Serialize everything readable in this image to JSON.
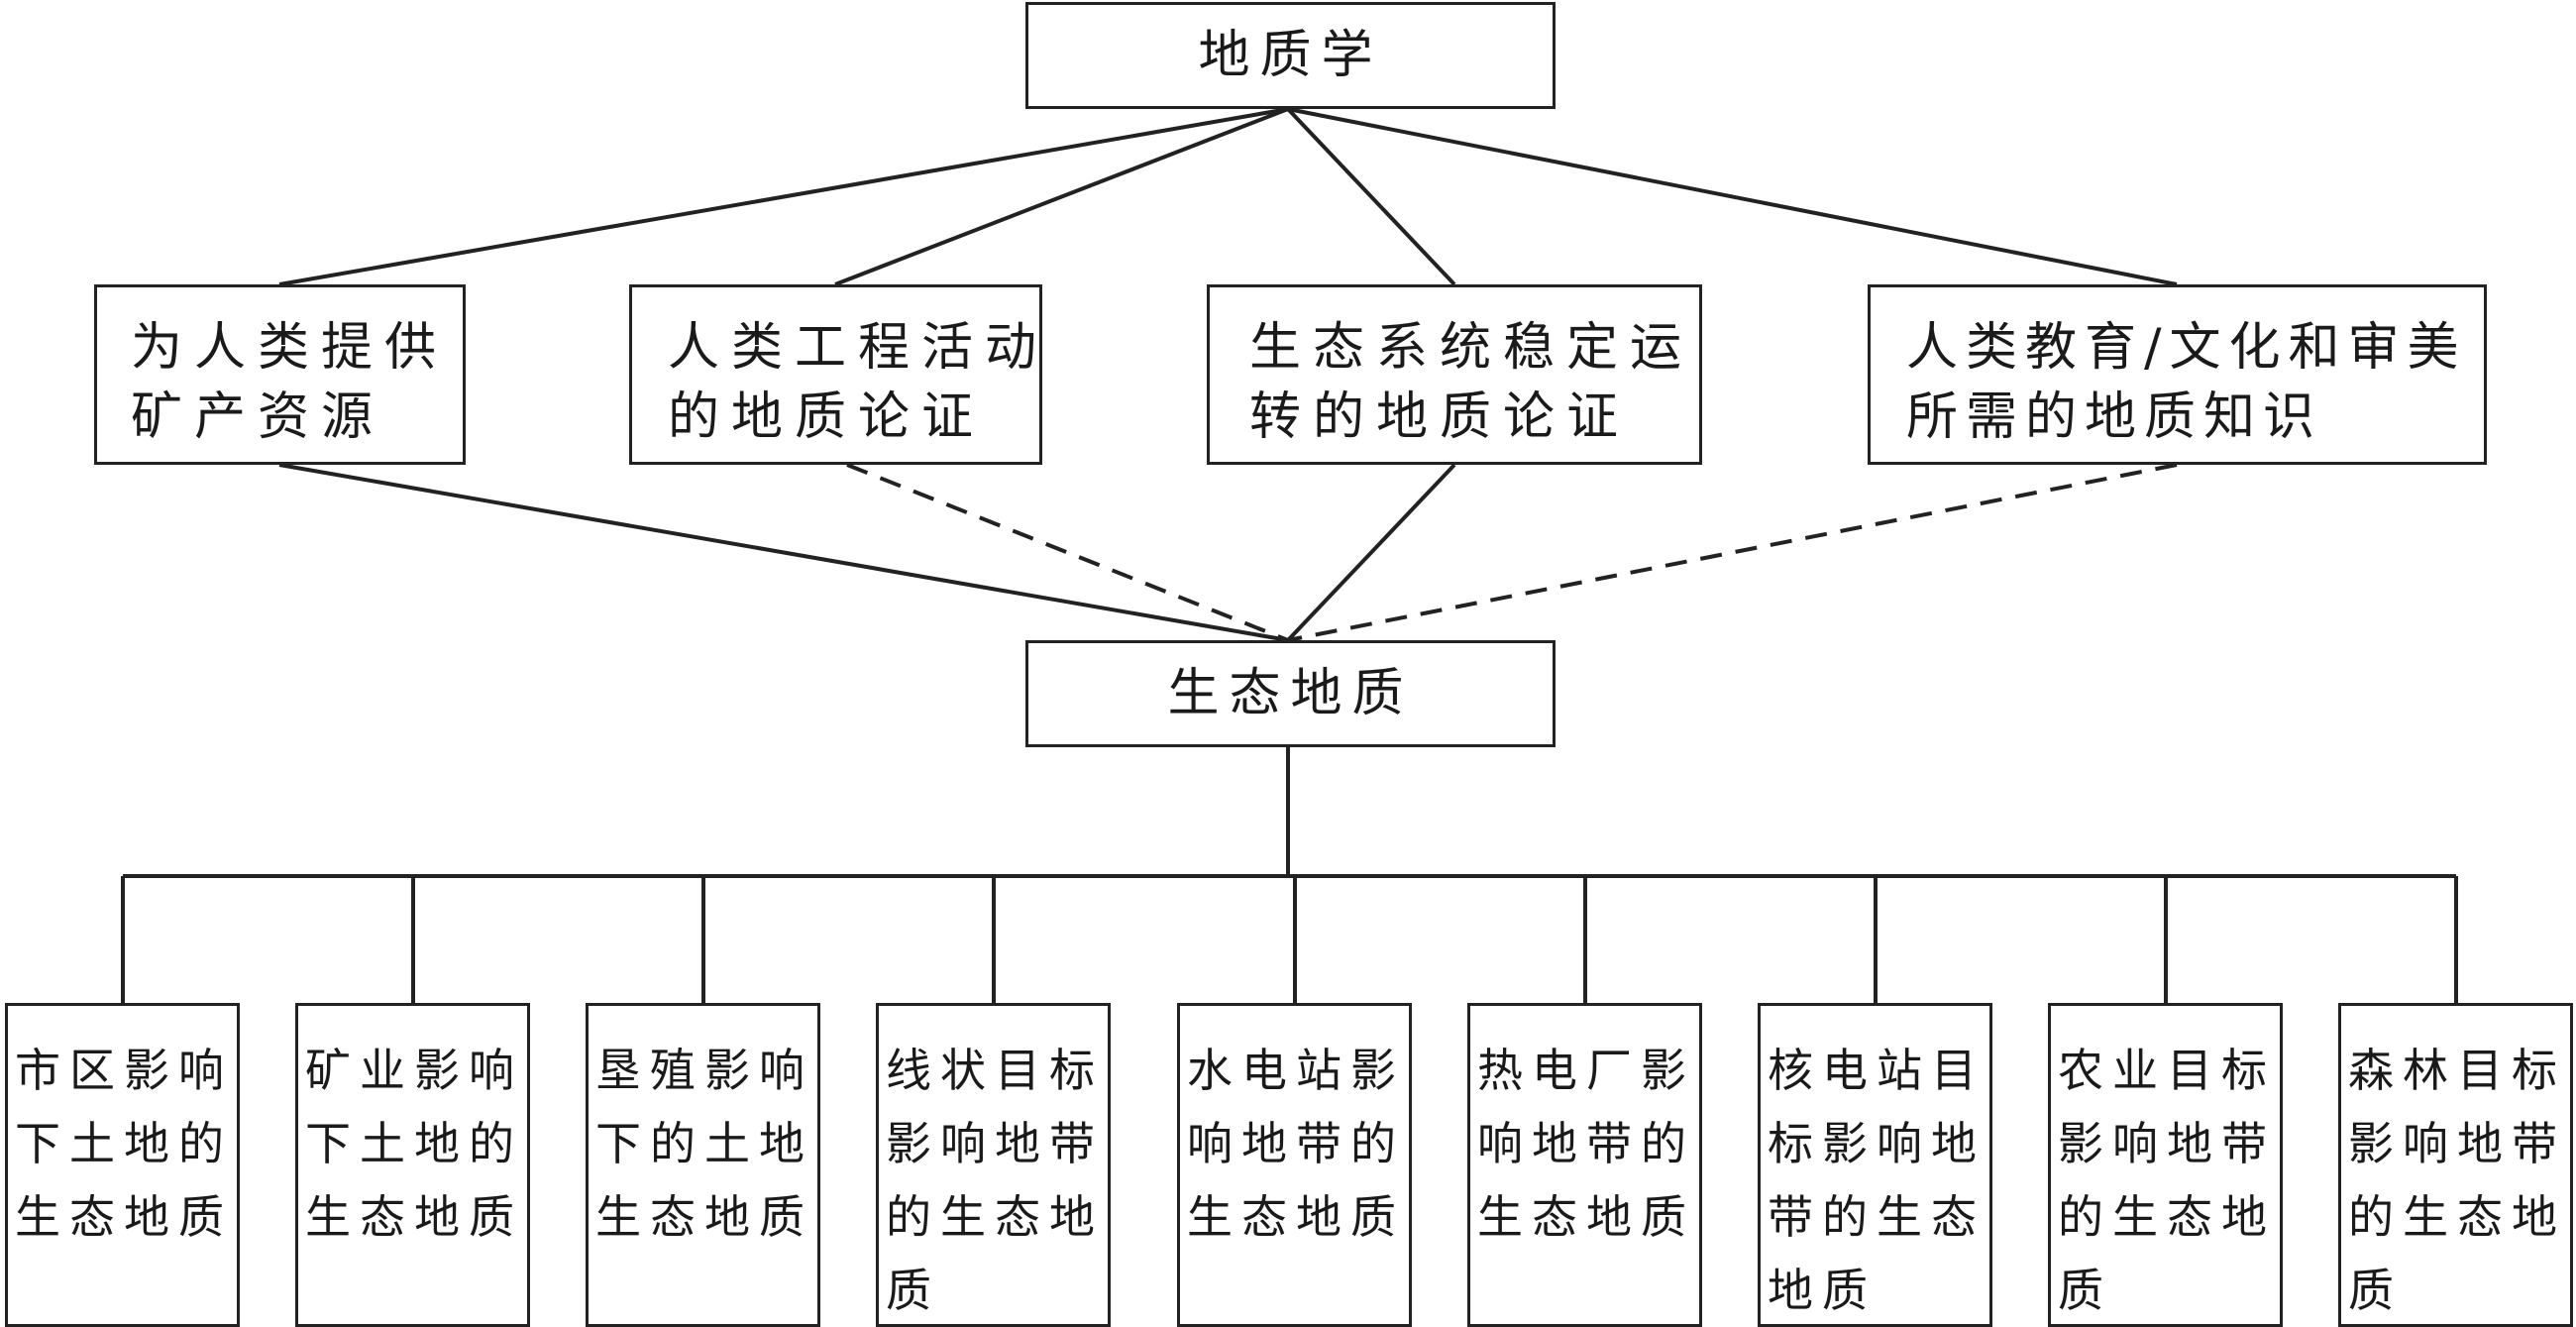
{
  "root": {
    "label": "地质学"
  },
  "level1": [
    {
      "lines": [
        "为人类提供",
        "矿产资源"
      ]
    },
    {
      "lines": [
        "人类工程活动",
        "的地质论证"
      ]
    },
    {
      "lines": [
        "生态系统稳定运",
        "转的地质论证"
      ]
    },
    {
      "lines": [
        "人类教育/文化和审美",
        "所需的地质知识"
      ]
    }
  ],
  "center": {
    "label": "生态地质"
  },
  "level1_to_center_links": [
    "solid",
    "dashed",
    "solid",
    "dashed"
  ],
  "level3": [
    {
      "lines": [
        "市区影响",
        "下土地的",
        "生态地质"
      ]
    },
    {
      "lines": [
        "矿业影响",
        "下土地的",
        "生态地质"
      ]
    },
    {
      "lines": [
        "垦殖影响",
        "下的土地",
        "生态地质"
      ]
    },
    {
      "lines": [
        "线状目标",
        "影响地带",
        "的生态地",
        "质"
      ]
    },
    {
      "lines": [
        "水电站影",
        "响地带的",
        "生态地质"
      ]
    },
    {
      "lines": [
        "热电厂影",
        "响地带的",
        "生态地质"
      ]
    },
    {
      "lines": [
        "核电站目",
        "标影响地",
        "带的生态",
        "地质"
      ]
    },
    {
      "lines": [
        "农业目标",
        "影响地带",
        "的生态地",
        "质"
      ]
    },
    {
      "lines": [
        "森林目标",
        "影响地带",
        "的生态地",
        "质"
      ]
    }
  ],
  "colors": {
    "line": "#222222",
    "background": "#ffffff"
  }
}
